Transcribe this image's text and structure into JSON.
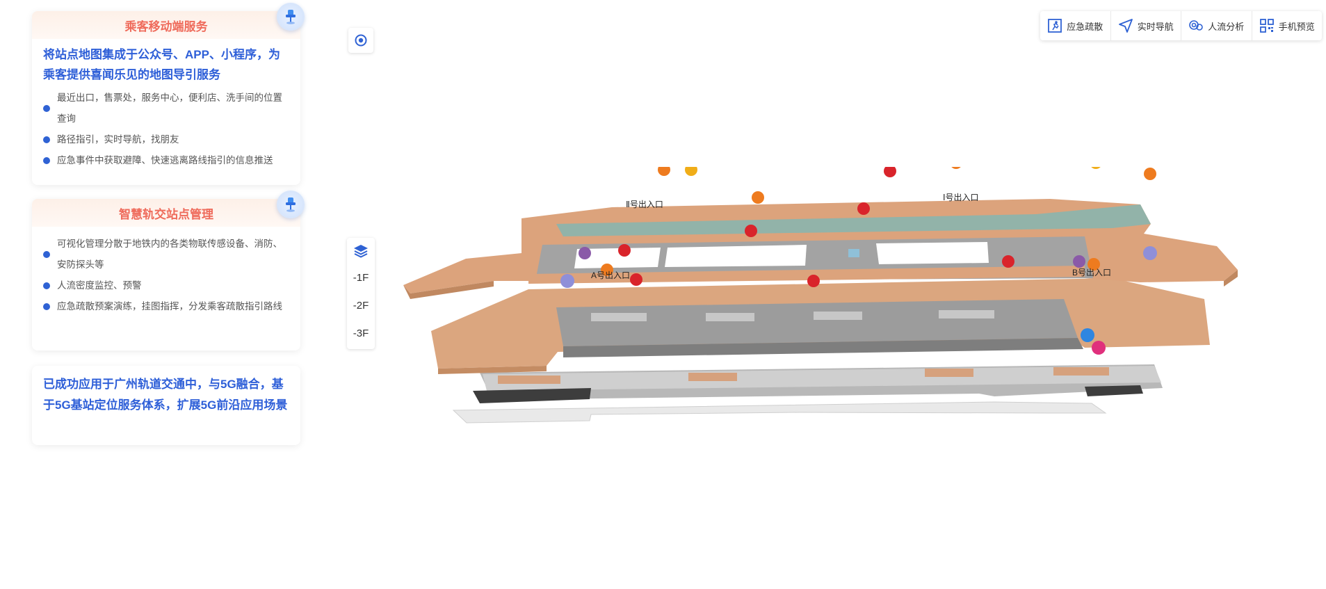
{
  "panels": {
    "passenger": {
      "title": "乘客移动端服务",
      "headline": "将站点地图集成于公众号、APP、小程序，为乘客提供喜闻乐见的地图导引服务",
      "items": [
        "最近出口，售票处，服务中心，便利店、洗手间的位置查询",
        "路径指引，实时导航，找朋友",
        "应急事件中获取避障、快速逃离路线指引的信息推送"
      ]
    },
    "station": {
      "title": "智慧轨交站点管理",
      "items": [
        "可视化管理分散于地铁内的各类物联传感设备、消防、安防探头等",
        "人流密度监控、预警",
        "应急疏散预案演练，挂图指挥，分发乘客疏散指引路线"
      ]
    },
    "success": {
      "text": "已成功应用于广州轨道交通中，与5G融合，基于5G基站定位服务体系，扩展5G前沿应用场景"
    }
  },
  "toolbar": {
    "items": [
      {
        "label": "应急疏散",
        "icon": "emergency-exit-icon"
      },
      {
        "label": "实时导航",
        "icon": "navigation-arrow-icon"
      },
      {
        "label": "人流分析",
        "icon": "crowd-analysis-icon"
      },
      {
        "label": "手机预览",
        "icon": "qr-code-icon"
      }
    ]
  },
  "floors": {
    "levels": [
      "-1F",
      "-2F",
      "-3F"
    ]
  },
  "map": {
    "entrances": [
      "Ⅱ号出入口",
      "Ⅰ号出入口",
      "A号出入口",
      "B号出入口"
    ]
  },
  "colors": {
    "accent_blue": "#2e5fd8",
    "title_red": "#ef6b5b",
    "floor_tan": "#dfa27c",
    "roof_teal": "#8fb3a8",
    "poi_red": "#d9242b",
    "poi_orange": "#ee7b1f",
    "poi_yellow": "#f0ad18",
    "poi_purple": "#8a5aa8"
  }
}
